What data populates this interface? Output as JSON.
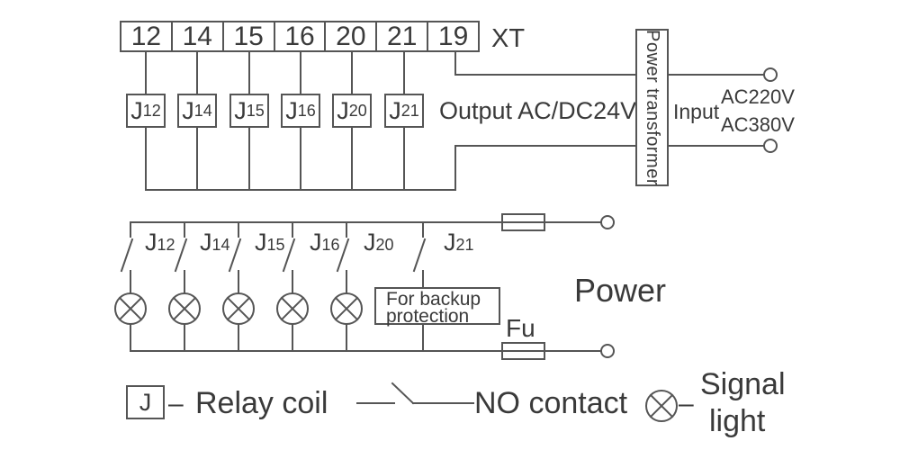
{
  "colors": {
    "line": "#555555",
    "text": "#3a3a3a"
  },
  "terminal_block": {
    "label": "XT",
    "terminals": [
      "12",
      "14",
      "15",
      "16",
      "20",
      "21",
      "19"
    ]
  },
  "upper": {
    "coils": [
      {
        "main": "J",
        "sub": "12"
      },
      {
        "main": "J",
        "sub": "14"
      },
      {
        "main": "J",
        "sub": "15"
      },
      {
        "main": "J",
        "sub": "16"
      },
      {
        "main": "J",
        "sub": "20"
      },
      {
        "main": "J",
        "sub": "21"
      }
    ],
    "output_label": "Output AC/DC24V",
    "transformer_label": "Power transformer",
    "input_label": "Input",
    "input_voltages": [
      "AC220V",
      "AC380V"
    ]
  },
  "lower": {
    "contacts": [
      {
        "main": "J",
        "sub": "12"
      },
      {
        "main": "J",
        "sub": "14"
      },
      {
        "main": "J",
        "sub": "15"
      },
      {
        "main": "J",
        "sub": "16"
      },
      {
        "main": "J",
        "sub": "20"
      },
      {
        "main": "J",
        "sub": "21"
      }
    ],
    "backup_note": [
      "For backup",
      "protection"
    ],
    "power_label": "Power",
    "fuse_label": "Fu"
  },
  "legend": {
    "coil_symbol": "J",
    "dash": "–",
    "coil_label": "Relay coil",
    "contact_label": "NO contact",
    "light_label": [
      "Signal",
      "light"
    ]
  }
}
